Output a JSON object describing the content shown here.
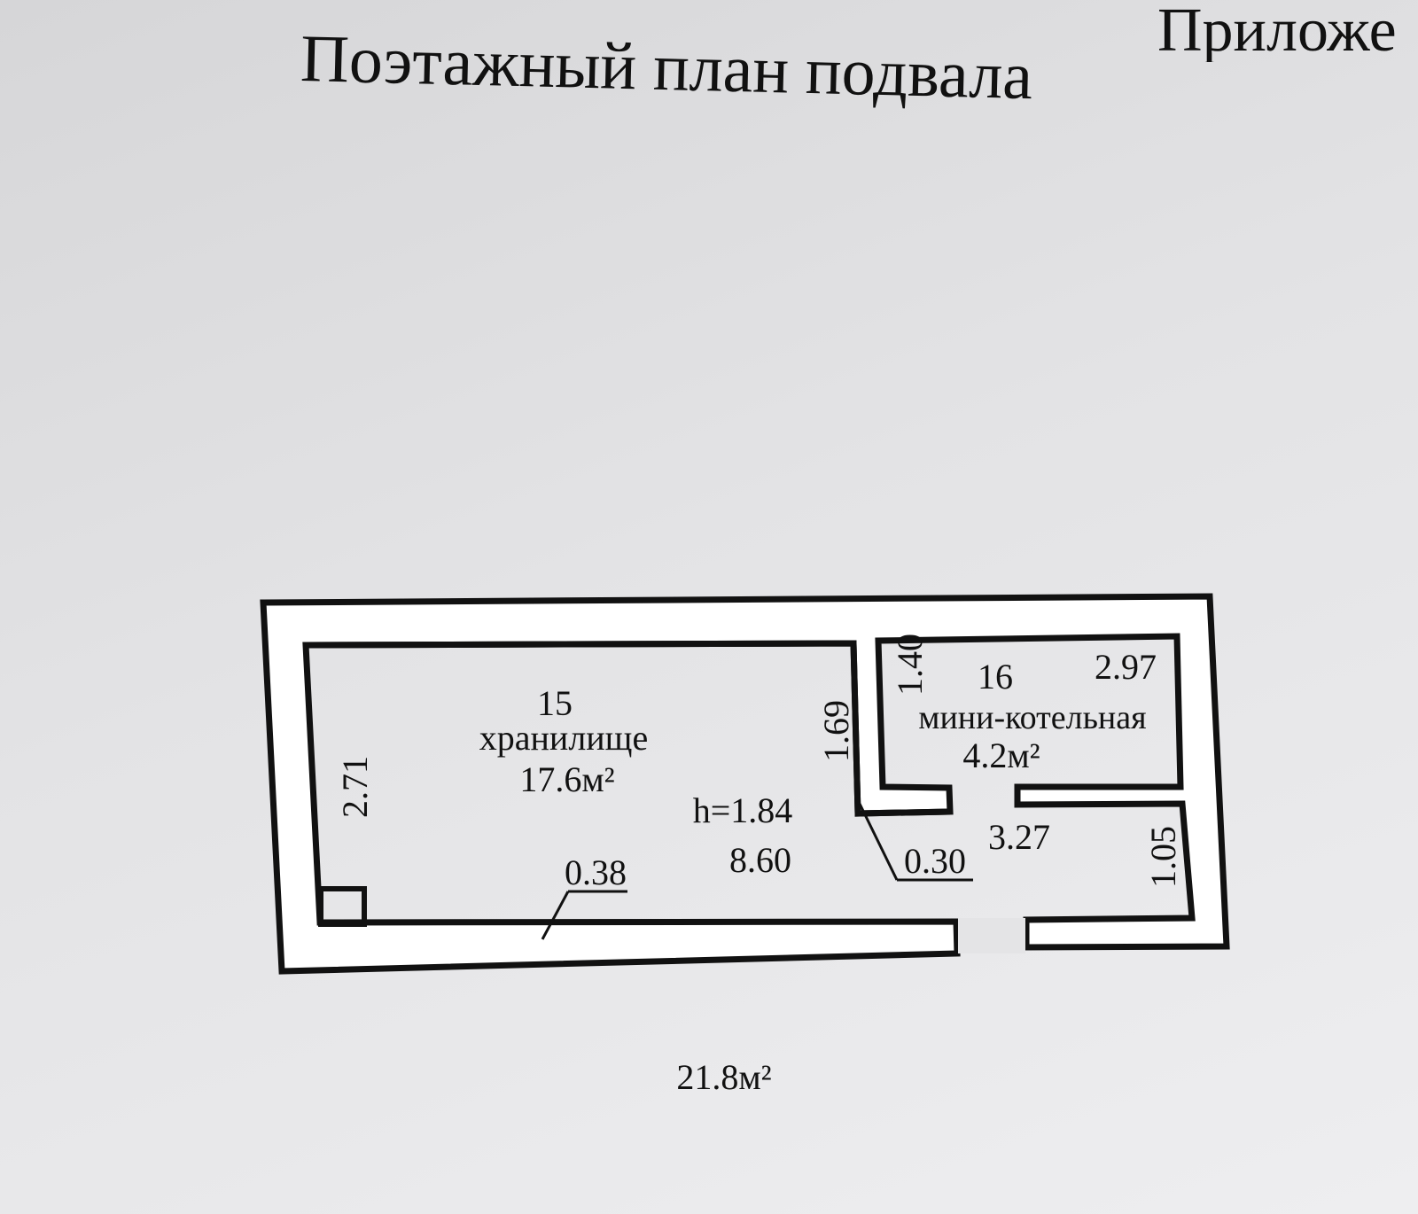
{
  "title": "Поэтажный план подвала",
  "corner_label": "Приложе",
  "rooms": [
    {
      "number": "15",
      "name": "хранилище",
      "area": "17.6м²"
    },
    {
      "number": "16",
      "name": "мини-котельная",
      "area": "4.2м²"
    }
  ],
  "dimensions": {
    "height": "h=1.84",
    "storage_length": "8.60",
    "storage_width": "2.71",
    "storage_niche": "1.69",
    "wall_thickness": "0.38",
    "corridor_width": "0.30",
    "corridor_length": "3.27",
    "boiler_length": "2.97",
    "boiler_width": "1.40",
    "corridor_depth": "1.05"
  },
  "total_area": "21.8м²"
}
